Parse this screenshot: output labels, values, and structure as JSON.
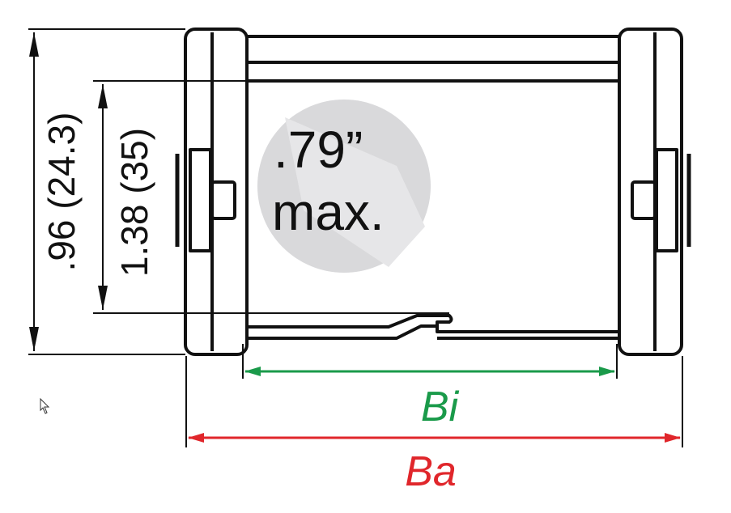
{
  "diagram": {
    "dim_outer_height": ".96 (24.3)",
    "dim_inner_height": "1.38 (35)",
    "badge_line1": ".79”",
    "badge_line2": "max.",
    "inner_width_label": "Bi",
    "outer_width_label": "Ba"
  },
  "colors": {
    "inner_width": "#1a9a4a",
    "outer_width": "#e0262b",
    "badge": "#d9d9db",
    "line": "#111111"
  },
  "icons": {
    "cursor": "mouse-pointer-icon"
  }
}
